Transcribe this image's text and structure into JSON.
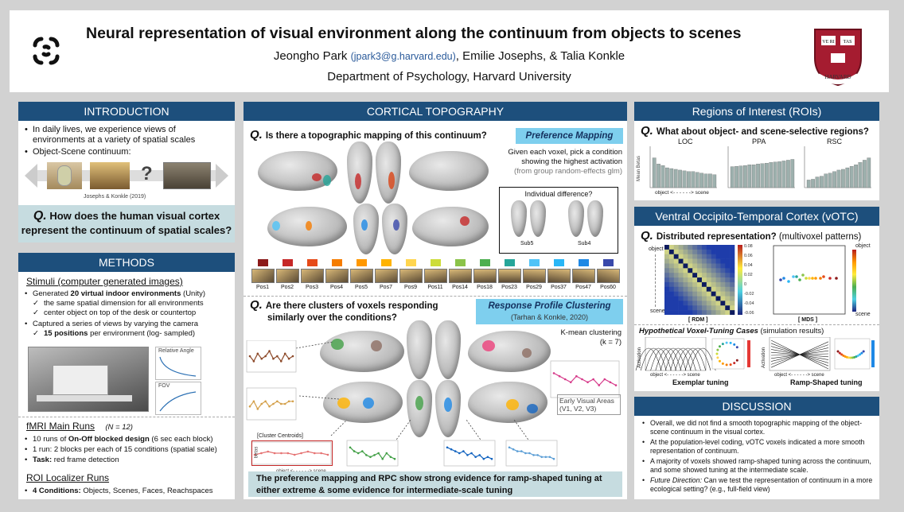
{
  "header": {
    "title": "Neural representation of visual environment along the continuum from objects to scenes",
    "author1": "Jeongho Park",
    "email": "(jpark3@g.harvard.edu)",
    "author_rest": ", Emilie Josephs, & Talia Konkle",
    "affiliation": "Department of Psychology, Harvard University",
    "seal_text": "VE RI TAS",
    "seal_ring": "HARVARD"
  },
  "intro": {
    "title": "INTRODUCTION",
    "bullet1": "In daily lives, we experience views of environments at a variety of spatial scales",
    "bullet2": "Object-Scene continuum:",
    "qmark": "?",
    "citation": "Josephs & Konkle (2019)",
    "question_q": "Q.",
    "question": "How does the human visual cortex represent the continuum of spatial scales?"
  },
  "methods": {
    "title": "METHODS",
    "stimuli_heading": "Stimuli (computer generated images)",
    "gen_pre": "Generated ",
    "gen_bold": "20 virtual indoor environments",
    "gen_post": " (Unity)",
    "check1": "the same spatial dimension for all environments",
    "check2": "center object on top of the desk or countertop",
    "captured": "Captured a series of views by varying the camera",
    "check3_bold": "15 positions",
    "check3_post": " per environment (log- sampled)",
    "plot1_label": "Relative Angle",
    "plot2_label": "FOV",
    "fmri_heading": "fMRI Main Runs",
    "n": "(N = 12)",
    "run1_pre": "10 runs of ",
    "run1_bold": "On-Off blocked design",
    "run1_post": " (6 sec each block)",
    "run2": "1 run: 2 blocks per each of 15 conditions (spatial scale)",
    "task_bold": "Task:",
    "task_post": " red frame detection",
    "roi_heading": "ROI Localizer Runs",
    "cond_bold": "4 Conditions:",
    "cond_post": " Objects, Scenes, Faces, Reachspaces"
  },
  "cortical": {
    "title": "CORTICAL TOPOGRAPHY",
    "q1": "Is there a topographic mapping of this continuum?",
    "pref_title": "Preference Mapping",
    "pref_desc1": "Given each voxel, pick a condition",
    "pref_desc2": "showing the highest activation",
    "pref_desc3": "(from group random-effects glm)",
    "indiv_title": "Individual difference?",
    "sub5": "Sub5",
    "sub4": "Sub4",
    "positions": [
      "Pos1",
      "Pos2",
      "Pos3",
      "Pos4",
      "Pos5",
      "Pos7",
      "Pos9",
      "Pos11",
      "Pos14",
      "Pos18",
      "Pos23",
      "Pos29",
      "Pos37",
      "Pos47",
      "Pos60"
    ],
    "pos_colors": [
      "#8b1a1a",
      "#c62828",
      "#e64a19",
      "#f57c00",
      "#ff9800",
      "#ffb300",
      "#ffd54f",
      "#cddc39",
      "#8bc34a",
      "#4caf50",
      "#26a69a",
      "#4fc3f7",
      "#29b6f6",
      "#1e88e5",
      "#3949ab"
    ],
    "q2_line1": "Are there clusters of voxels responding",
    "q2_line2": "similarly over the conditions?",
    "rpc_title": "Response Profile Clustering",
    "rpc_cite": "(Tarhan & Konkle, 2020)",
    "kmeans": "K-mean clustering",
    "k": "(k = 7)",
    "eva1": "Early Visual Areas",
    "eva2": "(V1, V2, V3)",
    "centroid_title": "[Cluster Centroids]",
    "centroid_y": "betas",
    "centroid_x": "object <- - - - - -> scene",
    "conclusion": "The preference mapping and RPC show strong evidence for ramp-shaped tuning at either extreme & some evidence for intermediate-scale tuning"
  },
  "roi": {
    "title": "Regions of Interest (ROIs)",
    "question": "What about object- and scene-selective regions?",
    "loc": "LOC",
    "ppa": "PPA",
    "rsc": "RSC",
    "ylabel": "Mean Betas",
    "xlabel": "object <- - - - - -> scene"
  },
  "votc": {
    "title": "Ventral Occipito-Temporal Cortex (vOTC)",
    "q_bold": "Distributed representation?",
    "q_rest": " (multivoxel patterns)",
    "object": "object",
    "scene": "scene",
    "rdm": "[ RDM ]",
    "mds": "[ MDS ]",
    "hyp_title": "Hypothetical Voxel-Tuning Cases",
    "hyp_rest": " (simulation results)",
    "activation": "Activation",
    "axis": "object <- - - - - -> scene",
    "exemplar": "Exemplar tuning",
    "ramp": "Ramp-Shaped tuning",
    "cbar_ticks": [
      "0.08",
      "0.06",
      "0.04",
      "0.02",
      "0",
      "-0.02",
      "-0.04",
      "-0.06"
    ]
  },
  "discussion": {
    "title": "DISCUSSION",
    "b1": "Overall, we did not find a smooth topographic mapping of the object-scene continuum in the visual cortex.",
    "b2": "At the population-level coding, vOTC voxels indicated a more smooth representation of continuum.",
    "b3": "A majority of voxels showed ramp-shaped tuning across the continuum, and some showed tuning at the intermediate scale.",
    "b4_italic": "Future Direction:",
    "b4_rest": " Can we test the representation of continuum in a more ecological setting? (e.g., full-field view)"
  },
  "colors": {
    "bar": "#1d4f7c",
    "teal": "#c6dce0",
    "highlight": "#7ecfee"
  }
}
